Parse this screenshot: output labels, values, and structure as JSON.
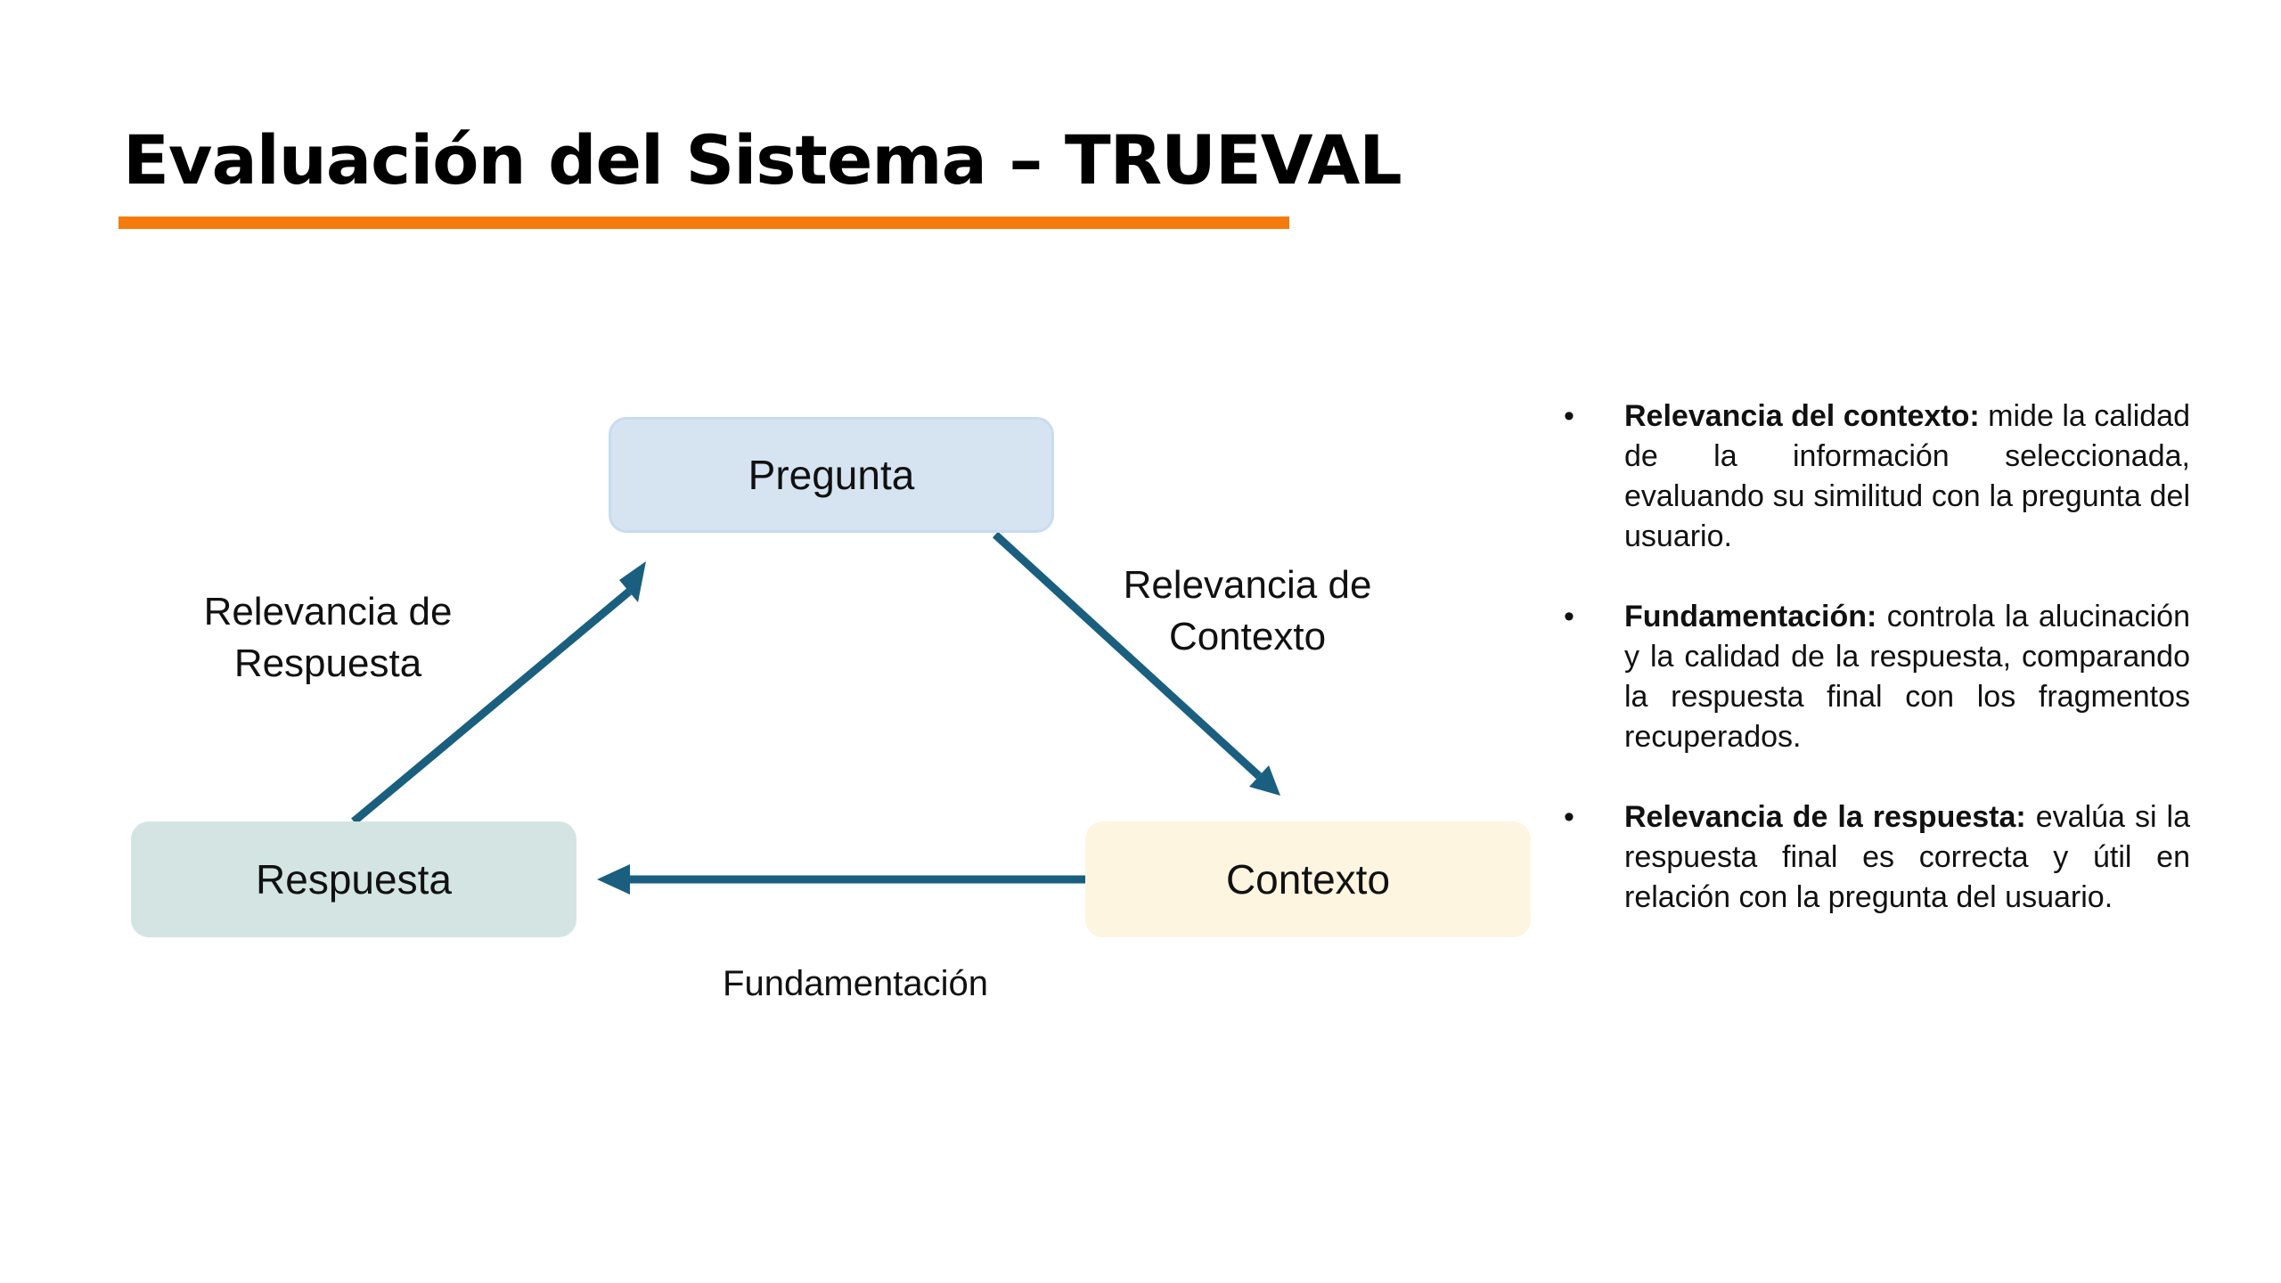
{
  "slide": {
    "title": "Evaluación del Sistema – TRUEVAL",
    "accent_color": "#F57C0C"
  },
  "diagram": {
    "nodes": {
      "pregunta": {
        "label": "Pregunta",
        "color": "#D6E4F1"
      },
      "respuesta": {
        "label": "Respuesta",
        "color": "#D3E4E3"
      },
      "contexto": {
        "label": "Contexto",
        "color": "#FDF5E0"
      }
    },
    "edges": {
      "respuesta_a_pregunta": {
        "label_line1": "Relevancia de",
        "label_line2": "Respuesta"
      },
      "pregunta_a_contexto": {
        "label_line1": "Relevancia de",
        "label_line2": "Contexto"
      },
      "contexto_a_respuesta": {
        "label": "Fundamentación"
      }
    },
    "arrow_color": "#1A5F7F"
  },
  "bullets": [
    {
      "marker": "•",
      "term": "Relevancia del contexto:",
      "text": " mide la calidad de la información seleccionada, evaluando su similitud con la pregunta del usuario."
    },
    {
      "marker": "•",
      "term": "Fundamentación:",
      "text": " controla la alucinación y la calidad de la respuesta, comparando la respuesta final con los fragmentos recuperados."
    },
    {
      "marker": "•",
      "term": "Relevancia de la respuesta:",
      "text": " evalúa si la respuesta final es correcta y útil en relación con la pregunta del usuario."
    }
  ]
}
